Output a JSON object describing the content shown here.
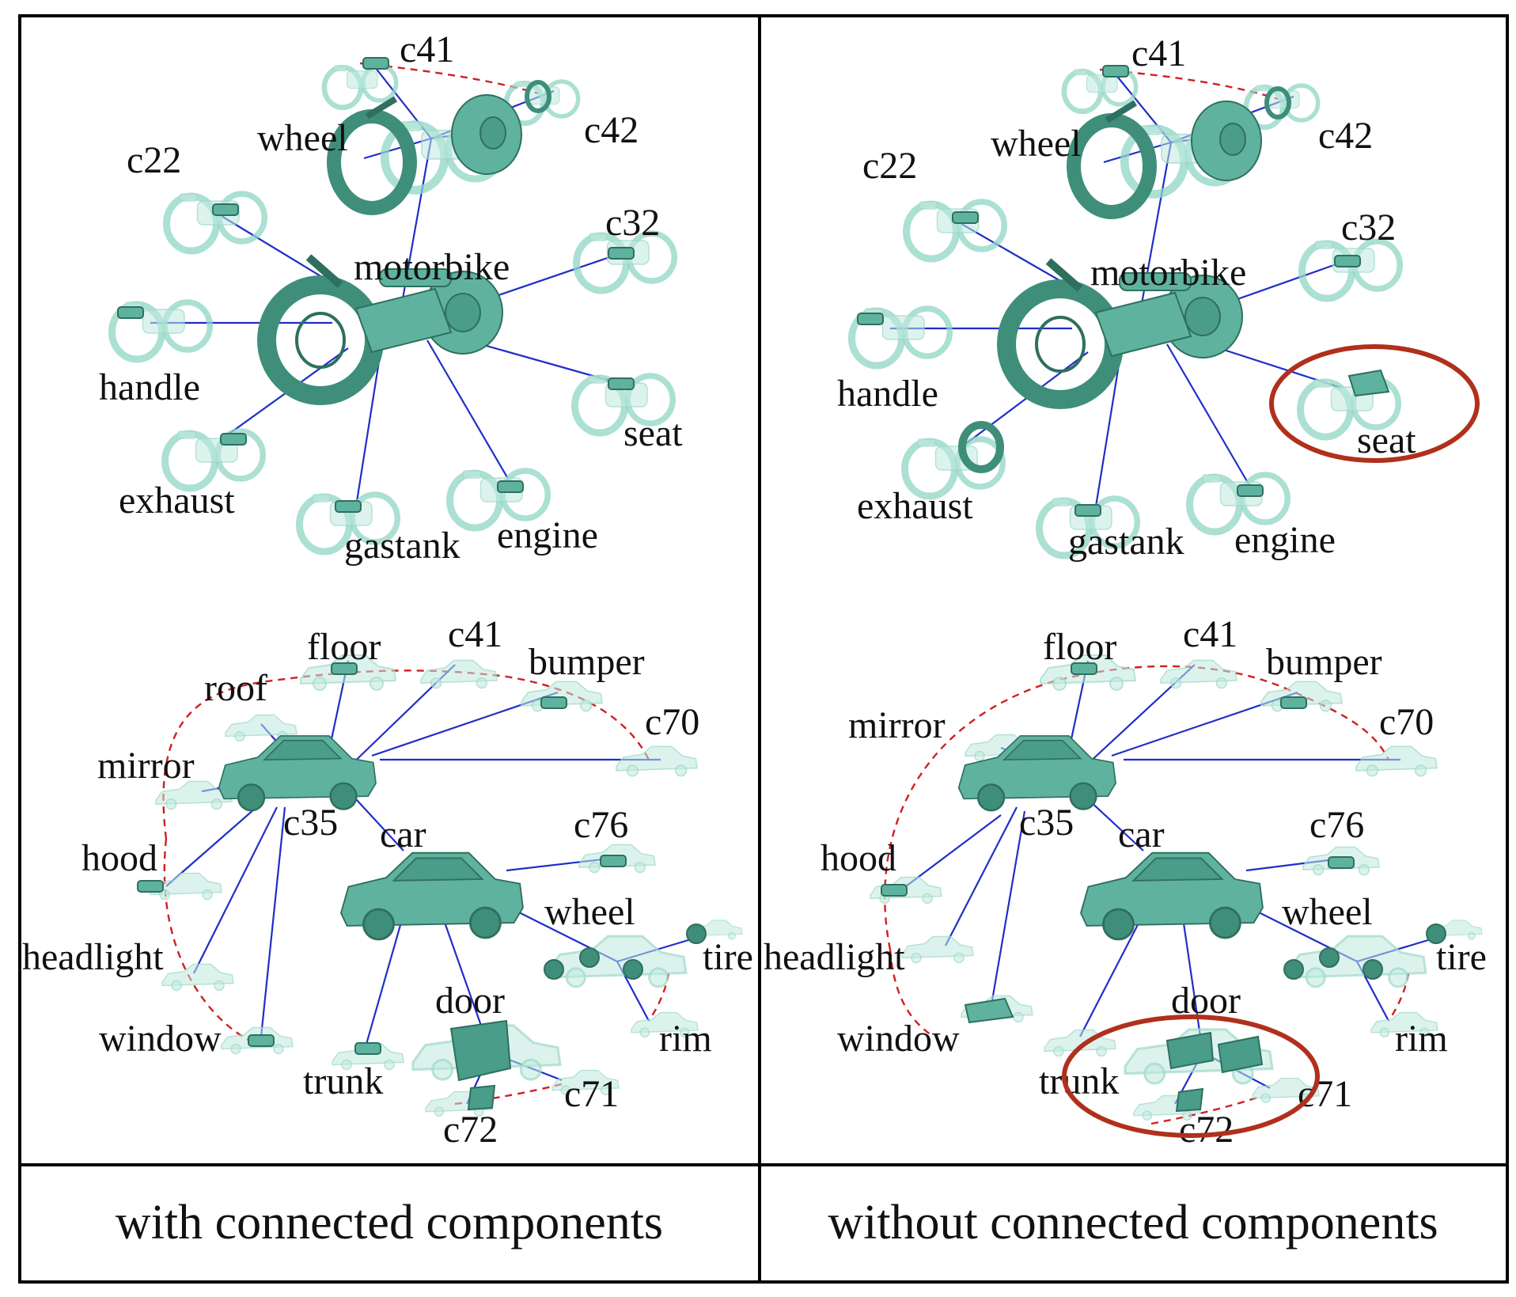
{
  "captions": {
    "left": "with connected components",
    "right": "without connected components"
  },
  "colors": {
    "edge": "#1f2ec8",
    "dashed_arc": "#d02020",
    "highlight": "#b0301c",
    "model_solid": "#5fb39e",
    "model_ghost": "#bfe9de"
  },
  "left_panel": {
    "motorbike_graph": {
      "root": "motorbike",
      "labels": [
        "c41",
        "wheel",
        "c42",
        "c22",
        "c32",
        "motorbike",
        "handle",
        "seat",
        "exhaust",
        "gastank",
        "engine"
      ]
    },
    "car_graph": {
      "root": "car",
      "labels": [
        "floor",
        "c41",
        "bumper",
        "roof",
        "c70",
        "mirror",
        "c35",
        "car",
        "c76",
        "hood",
        "wheel",
        "headlight",
        "tire",
        "door",
        "window",
        "rim",
        "trunk",
        "c71",
        "c72"
      ]
    }
  },
  "right_panel": {
    "motorbike_graph": {
      "root": "motorbike",
      "labels": [
        "c41",
        "wheel",
        "c42",
        "c22",
        "c32",
        "motorbike",
        "handle",
        "seat",
        "exhaust",
        "gastank",
        "engine"
      ],
      "highlighted": [
        "seat"
      ]
    },
    "car_graph": {
      "root": "car",
      "labels": [
        "floor",
        "c41",
        "bumper",
        "mirror",
        "c70",
        "c35",
        "car",
        "c76",
        "hood",
        "wheel",
        "headlight",
        "tire",
        "door",
        "window",
        "rim",
        "trunk",
        "c71",
        "c72"
      ],
      "highlighted": [
        "door",
        "c71",
        "c72"
      ]
    }
  }
}
